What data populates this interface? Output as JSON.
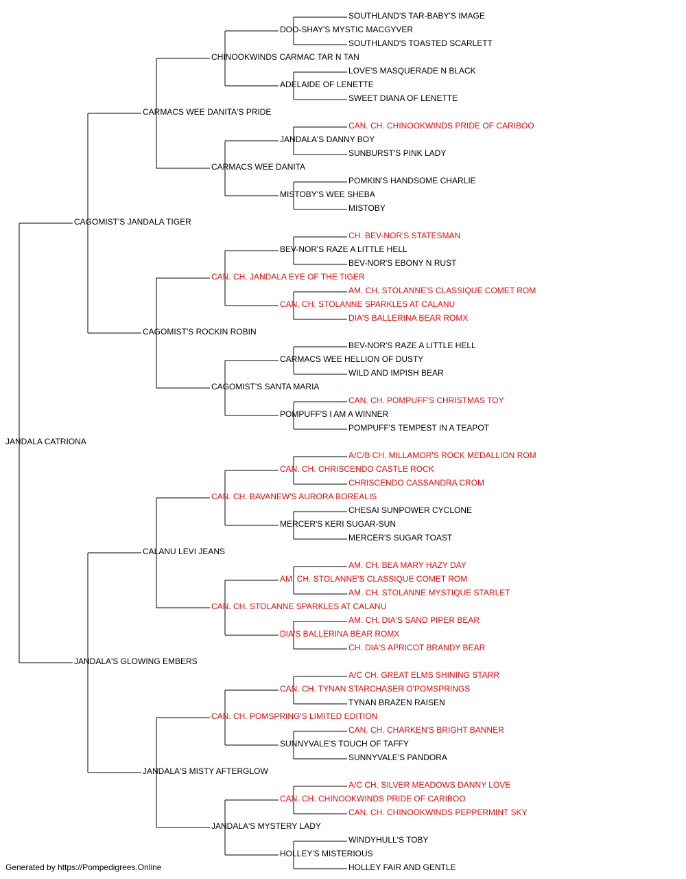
{
  "pedigree": {
    "subject": {
      "name": "JANDALA CATRIONA",
      "titled": false
    },
    "sire": {
      "name": "CAGOMIST'S JANDALA TIGER",
      "titled": false
    },
    "dam": {
      "name": "JANDALA'S GLOWING EMBERS",
      "titled": false
    },
    "grandparents": [
      {
        "name": "CARMACS WEE DANITA'S PRIDE",
        "titled": false
      },
      {
        "name": "CAGOMIST'S ROCKIN ROBIN",
        "titled": false
      },
      {
        "name": "CALANU LEVI JEANS",
        "titled": false
      },
      {
        "name": "JANDALA'S MISTY AFTERGLOW",
        "titled": false
      }
    ],
    "great_grandparents": [
      {
        "name": "CHINOOKWINDS CARMAC TAR N TAN",
        "titled": false
      },
      {
        "name": "CARMACS WEE DANITA",
        "titled": false
      },
      {
        "name": "CAN. CH. JANDALA EYE OF THE TIGER",
        "titled": true
      },
      {
        "name": "CAGOMIST'S SANTA MARIA",
        "titled": false
      },
      {
        "name": "CAN. CH. BAVANEW'S AURORA BOREALIS",
        "titled": true
      },
      {
        "name": "CAN. CH. STOLANNE SPARKLES AT CALANU",
        "titled": true
      },
      {
        "name": "CAN. CH. POMSPRING'S LIMITED EDITION",
        "titled": true
      },
      {
        "name": "JANDALA'S MYSTERY LADY",
        "titled": false
      }
    ],
    "gen4": [
      {
        "name": "DOO-SHAY'S MYSTIC MACGYVER",
        "titled": false
      },
      {
        "name": "ADELAIDE OF LENETTE",
        "titled": false
      },
      {
        "name": "JANDALA'S DANNY BOY",
        "titled": false
      },
      {
        "name": "MISTOBY'S WEE SHEBA",
        "titled": false
      },
      {
        "name": "BEV-NOR'S RAZE A LITTLE HELL",
        "titled": false
      },
      {
        "name": "CAN. CH. STOLANNE SPARKLES AT CALANU",
        "titled": true
      },
      {
        "name": "CARMACS WEE HELLION OF DUSTY",
        "titled": false
      },
      {
        "name": "POMPUFF'S I AM A WINNER",
        "titled": false
      },
      {
        "name": "CAN. CH. CHRISCENDO CASTLE ROCK",
        "titled": true
      },
      {
        "name": "MERCER'S KERI SUGAR-SUN",
        "titled": false
      },
      {
        "name": "AM. CH. STOLANNE'S CLASSIQUE COMET ROM",
        "titled": true
      },
      {
        "name": "DIA'S BALLERINA BEAR ROMX",
        "titled": true
      },
      {
        "name": "CAN. CH. TYNAN STARCHASER O'POMSPRINGS",
        "titled": true
      },
      {
        "name": "SUNNYVALE'S TOUCH OF TAFFY",
        "titled": false
      },
      {
        "name": "CAN. CH. CHINOOKWINDS PRIDE OF CARIBOO",
        "titled": true
      },
      {
        "name": "HOLLEY'S MISTERIOUS",
        "titled": false
      }
    ],
    "gen5": [
      {
        "name": "SOUTHLAND'S TAR-BABY'S IMAGE",
        "titled": false
      },
      {
        "name": "SOUTHLAND'S TOASTED SCARLETT",
        "titled": false
      },
      {
        "name": "LOVE'S MASQUERADE N BLACK",
        "titled": false
      },
      {
        "name": "SWEET DIANA OF LENETTE",
        "titled": false
      },
      {
        "name": "CAN. CH. CHINOOKWINDS PRIDE OF CARIBOO",
        "titled": true
      },
      {
        "name": "SUNBURST'S PINK LADY",
        "titled": false
      },
      {
        "name": "POMKIN'S HANDSOME CHARLIE",
        "titled": false
      },
      {
        "name": "MISTOBY",
        "titled": false
      },
      {
        "name": "CH. BEV-NOR'S STATESMAN",
        "titled": true
      },
      {
        "name": "BEV-NOR'S EBONY N RUST",
        "titled": false
      },
      {
        "name": "AM. CH. STOLANNE'S CLASSIQUE COMET ROM",
        "titled": true
      },
      {
        "name": "DIA'S BALLERINA BEAR ROMX",
        "titled": true
      },
      {
        "name": "BEV-NOR'S RAZE A LITTLE HELL",
        "titled": false
      },
      {
        "name": "WILD AND IMPISH BEAR",
        "titled": false
      },
      {
        "name": "CAN. CH. POMPUFF'S CHRISTMAS TOY",
        "titled": true
      },
      {
        "name": "POMPUFF'S TEMPEST IN A TEAPOT",
        "titled": false
      },
      {
        "name": "A/C/B CH. MILLAMOR'S ROCK MEDALLION ROM",
        "titled": true
      },
      {
        "name": "CHRISCENDO CASSANDRA CROM",
        "titled": true
      },
      {
        "name": "CHESAI SUNPOWER CYCLONE",
        "titled": false
      },
      {
        "name": "MERCER'S SUGAR TOAST",
        "titled": false
      },
      {
        "name": "AM. CH. BEA MARY HAZY DAY",
        "titled": true
      },
      {
        "name": "AM. CH. STOLANNE MYSTIQUE STARLET",
        "titled": true
      },
      {
        "name": "AM. CH. DIA'S SAND PIPER BEAR",
        "titled": true
      },
      {
        "name": "CH. DIA'S APRICOT BRANDY BEAR",
        "titled": true
      },
      {
        "name": "A/C CH. GREAT ELMS SHINING STARR",
        "titled": true
      },
      {
        "name": "TYNAN BRAZEN RAISEN",
        "titled": false
      },
      {
        "name": "CAN. CH. CHARKEN'S BRIGHT BANNER",
        "titled": true
      },
      {
        "name": "SUNNYVALE'S PANDORA",
        "titled": false
      },
      {
        "name": "A/C CH. SILVER MEADOWS DANNY LOVE",
        "titled": true
      },
      {
        "name": "CAN. CH. CHINOOKWINDS PEPPERMINT SKY",
        "titled": true
      },
      {
        "name": "WINDYHULL'S TOBY",
        "titled": false
      },
      {
        "name": "HOLLEY FAIR AND GENTLE",
        "titled": false
      }
    ]
  },
  "colors": {
    "titled": "#ff0000",
    "normal": "#000000",
    "line": "#000000"
  },
  "footer": "Generated by https://Pompedigrees.Online"
}
